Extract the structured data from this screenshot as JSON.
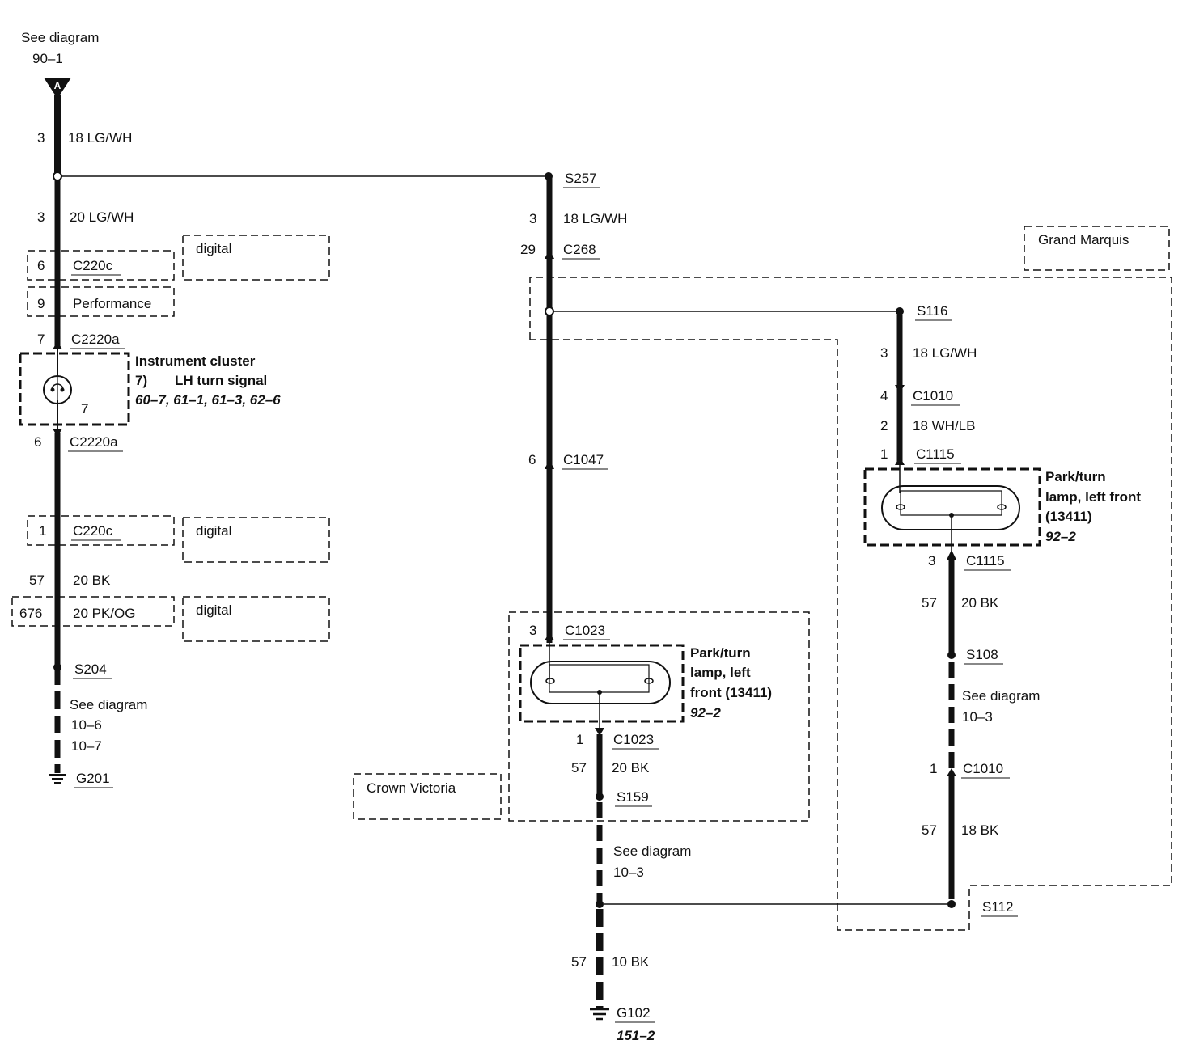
{
  "left_column": {
    "see_diagram": "See diagram",
    "see_diagram_ref": "90–1",
    "connector_A": "A",
    "pin_3": "3",
    "wire_18_lgwh": "18 LG/WH",
    "pin_3b": "3",
    "wire_20_lgwh": "20 LG/WH",
    "pin_6": "6",
    "c220c": "C220c",
    "digital1": "digital",
    "pin_9": "9",
    "performance": "Performance",
    "pin_7": "7",
    "c2220a_top": "C2220a",
    "cluster_title": "Instrument cluster",
    "cluster_pin": "7)",
    "cluster_func": "LH turn signal",
    "cluster_refs": "60–7, 61–1, 61–3, 62–6",
    "bulb_pin": "7",
    "pin_6b": "6",
    "c2220a_bottom": "C2220a",
    "pin_1": "1",
    "c220c_b": "C220c",
    "digital2": "digital",
    "pin_57": "57",
    "wire_20_bk": "20 BK",
    "pin_676": "676",
    "wire_20_pkog": "20 PK/OG",
    "digital3": "digital",
    "s204": "S204",
    "see_diagram2": "See diagram",
    "ref_10_6": "10–6",
    "ref_10_7": "10–7",
    "g201": "G201"
  },
  "middle_column": {
    "s257": "S257",
    "pin_3": "3",
    "wire_18_lgwh": "18 LG/WH",
    "pin_29": "29",
    "c268": "C268",
    "pin_6": "6",
    "c1047": "C1047",
    "pin_3b": "3",
    "c1023_top": "C1023",
    "lamp_l1": "Park/turn",
    "lamp_l2": "lamp, left",
    "lamp_l3": "front (13411)",
    "lamp_ref": "92–2",
    "pin_1": "1",
    "c1023_bottom": "C1023",
    "pin_57": "57",
    "wire_20_bk": "20 BK",
    "s159": "S159",
    "crown_victoria": "Crown Victoria",
    "see_diagram": "See diagram",
    "ref_10_3": "10–3",
    "pin_57b": "57",
    "wire_10_bk": "10 BK",
    "g102": "G102",
    "g102_ref": "151–2"
  },
  "right_column": {
    "grand_marquis": "Grand Marquis",
    "s116": "S116",
    "pin_3": "3",
    "wire_18_lgwh": "18 LG/WH",
    "pin_4": "4",
    "c1010_top": "C1010",
    "pin_2": "2",
    "wire_18_whlb": "18 WH/LB",
    "pin_1": "1",
    "c1115_top": "C1115",
    "lamp_l1": "Park/turn",
    "lamp_l2": "lamp, left front",
    "lamp_l3": "(13411)",
    "lamp_ref": "92–2",
    "pin_3b": "3",
    "c1115_bottom": "C1115",
    "pin_57": "57",
    "wire_20_bk": "20 BK",
    "s108": "S108",
    "see_diagram": "See diagram",
    "ref_10_3": "10–3",
    "pin_1b": "1",
    "c1010_bottom": "C1010",
    "pin_57b": "57",
    "wire_18_bk": "18 BK",
    "s112": "S112"
  }
}
